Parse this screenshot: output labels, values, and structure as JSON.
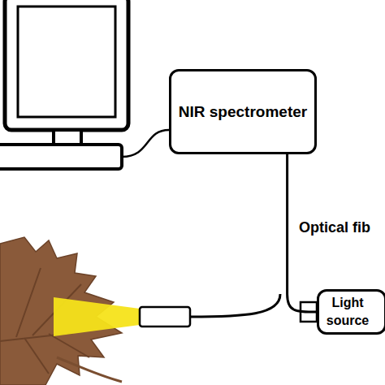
{
  "diagram": {
    "nodes": [
      {
        "text": [
          "NIR spectrometer"
        ]
      },
      {
        "text": [
          "Light source"
        ]
      }
    ],
    "edges": [
      {
        "from": 0,
        "to": 1,
        "arrow": "none"
      }
    ],
    "labels": [
      "Optical fib"
    ]
  }
}
